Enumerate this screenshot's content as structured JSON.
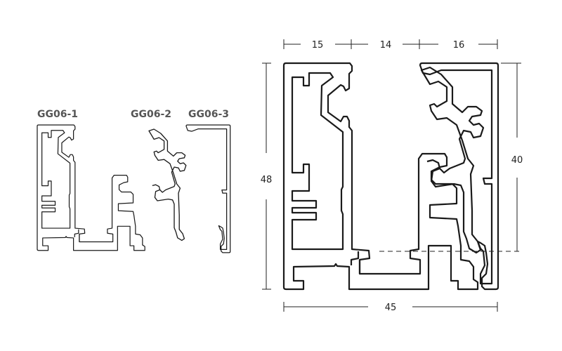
{
  "profiles": [
    {
      "id": "GG06-1",
      "label": "GG06-1"
    },
    {
      "id": "GG06-2",
      "label": "GG06-2"
    },
    {
      "id": "GG06-3",
      "label": "GG06-3"
    }
  ],
  "dimensions": {
    "top_segments": [
      "15",
      "14",
      "16"
    ],
    "overall_width": "45",
    "overall_height": "48",
    "inner_height": "40"
  },
  "colors": {
    "line": "#1a1a1a",
    "label": "#555555"
  }
}
